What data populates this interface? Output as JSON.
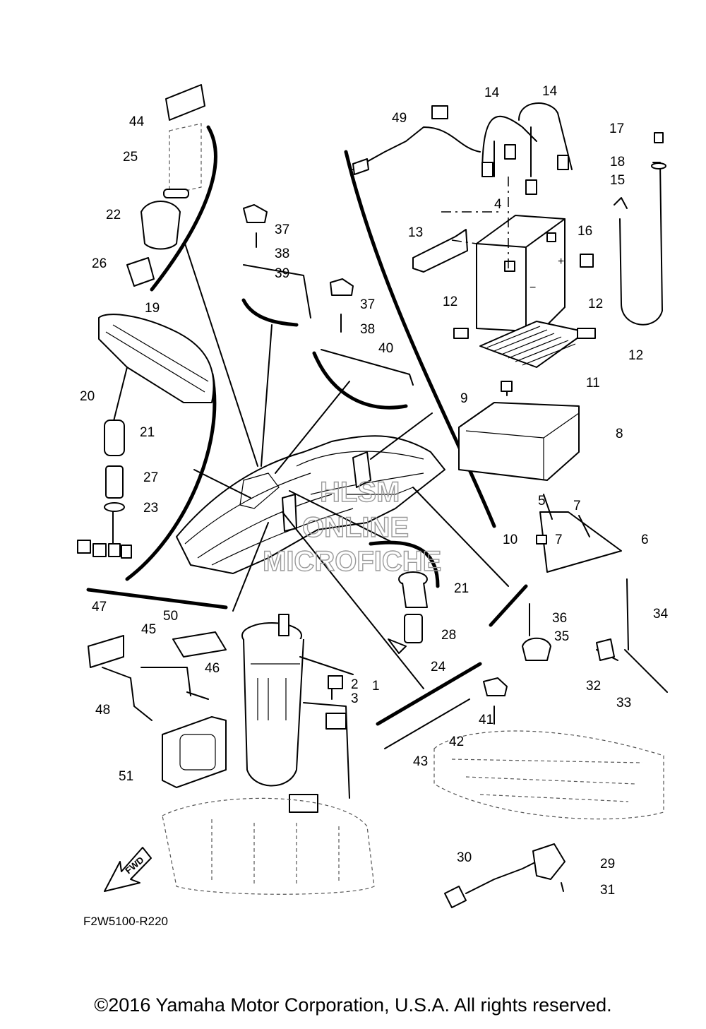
{
  "diagram_code": "F2W5100-R220",
  "fwd_label": "FWD",
  "watermark": {
    "line1": "HLSM",
    "line2": "ONLINE",
    "line3": "MICROFICHE"
  },
  "copyright": "©2016 Yamaha Motor Corporation, U.S.A. All rights reserved.",
  "battery_marks": {
    "minus": "−",
    "plus": "+"
  },
  "part_labels": [
    "1",
    "2",
    "3",
    "4",
    "5",
    "6",
    "7",
    "7",
    "8",
    "9",
    "10",
    "11",
    "12",
    "12",
    "12",
    "13",
    "14",
    "14",
    "15",
    "16",
    "17",
    "18",
    "19",
    "20",
    "21",
    "21",
    "22",
    "23",
    "24",
    "25",
    "26",
    "27",
    "28",
    "29",
    "30",
    "31",
    "32",
    "33",
    "34",
    "35",
    "36",
    "37",
    "37",
    "38",
    "38",
    "39",
    "40",
    "41",
    "42",
    "43",
    "44",
    "45",
    "46",
    "47",
    "48",
    "49",
    "50",
    "51"
  ]
}
